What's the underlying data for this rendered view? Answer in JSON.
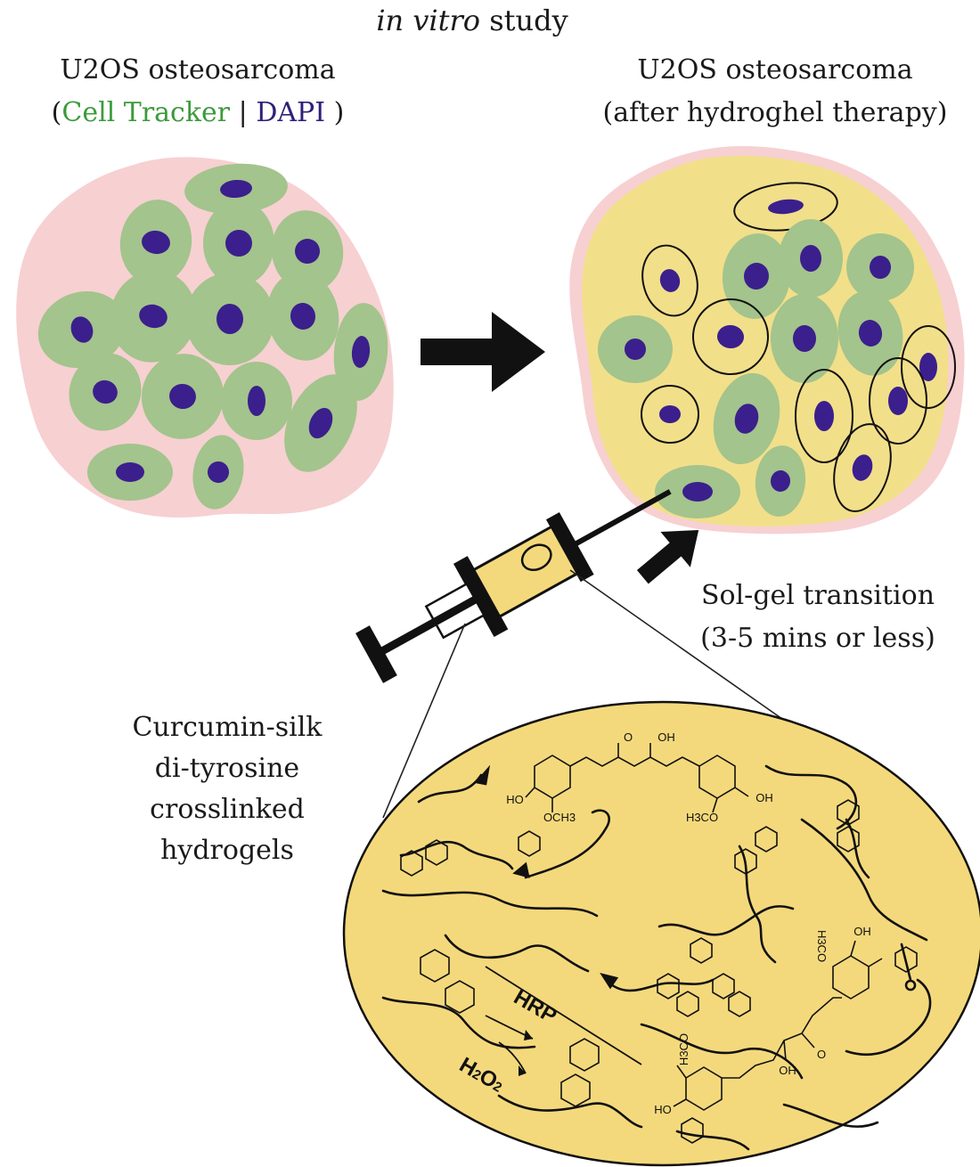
{
  "title": {
    "italic": "in vitro",
    "rest": " study"
  },
  "left_panel": {
    "line1": "U2OS osteosarcoma",
    "open_paren": "(",
    "tracker": "Cell Tracker",
    "separator": " | ",
    "dapi": "DAPI",
    "close_paren": " )"
  },
  "right_panel": {
    "line1": "U2OS osteosarcoma",
    "line2": "(after hydroghel therapy)"
  },
  "transition": {
    "line1": "Sol-gel transition",
    "line2": "(3-5 mins or less)"
  },
  "hydrogel_label": [
    "Curcumin-silk",
    "di-tyrosine",
    "crosslinked",
    "hydrogels"
  ],
  "chemistry": {
    "enzyme": "HRP",
    "oxidant_h": "H",
    "oxidant_2a": "2",
    "oxidant_o": "O",
    "oxidant_2b": "2",
    "o_top": "O",
    "oh_top": "OH",
    "ho_left": "HO",
    "och3": "OCH3",
    "h3co": "H3CO",
    "oh_right": "OH",
    "oh_lower_right": "OH",
    "h3co_lower_right": "H3CO",
    "o_lower": "O",
    "oh_lower": "OH",
    "h3co_lower": "H3CO",
    "ho_lower": "HO"
  },
  "colors": {
    "cell_tracker_green": "#3c9a3c",
    "dapi_blue": "#2f1f7a",
    "cell_body": "#a3c48c",
    "nucleus": "#3b1f8c",
    "tissue_pink": "#f7d0d2",
    "hydrogel_yellow": "#f2df8a",
    "lens_yellow": "#f4d97c"
  }
}
